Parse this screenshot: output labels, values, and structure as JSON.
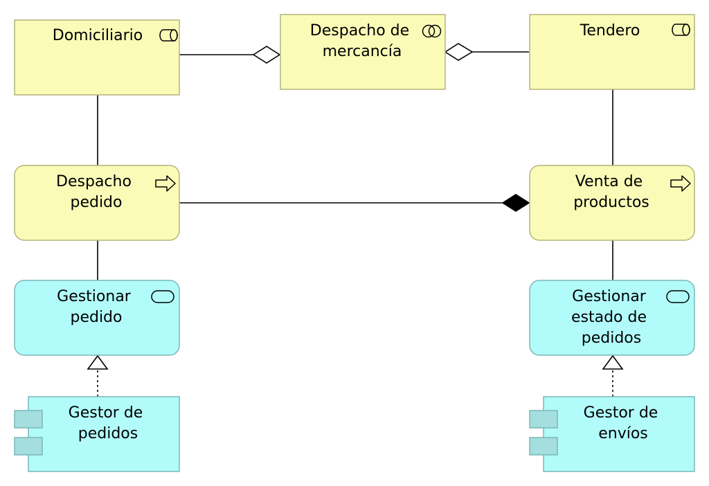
{
  "colors": {
    "business_fill": "#fbfbb8",
    "business_stroke": "#b3b37a",
    "application_fill": "#b2fbfb",
    "application_stroke": "#7ab7b7",
    "component_tab_fill": "#a5dede",
    "line": "#000000"
  },
  "nodes": {
    "domiciliario": {
      "label": [
        "Domiciliario"
      ],
      "element_type": "business-role",
      "icon": "business-role-icon"
    },
    "despacho_mercancia": {
      "label": [
        "Despacho de",
        "mercancía"
      ],
      "element_type": "business-collaboration",
      "icon": "business-collaboration-icon"
    },
    "tendero": {
      "label": [
        "Tendero"
      ],
      "element_type": "business-role",
      "icon": "business-role-icon"
    },
    "despacho_pedido": {
      "label": [
        "Despacho",
        "pedido"
      ],
      "element_type": "business-process",
      "icon": "business-process-icon"
    },
    "venta_productos": {
      "label": [
        "Venta de",
        "productos"
      ],
      "element_type": "business-process",
      "icon": "business-process-icon"
    },
    "gestionar_pedido": {
      "label": [
        "Gestionar",
        "pedido"
      ],
      "element_type": "application-service",
      "icon": "application-service-icon"
    },
    "gestionar_estado": {
      "label": [
        "Gestionar",
        "estado de",
        "pedidos"
      ],
      "element_type": "application-service",
      "icon": "application-service-icon"
    },
    "gestor_pedidos": {
      "label": [
        "Gestor de",
        "pedidos"
      ],
      "element_type": "application-component",
      "icon": "application-component-icon"
    },
    "gestor_envios": {
      "label": [
        "Gestor de",
        "envíos"
      ],
      "element_type": "application-component",
      "icon": "application-component-icon"
    }
  },
  "relations": [
    {
      "from": "domiciliario",
      "to": "despacho_mercancia",
      "type": "aggregation"
    },
    {
      "from": "tendero",
      "to": "despacho_mercancia",
      "type": "aggregation"
    },
    {
      "from": "domiciliario",
      "to": "despacho_pedido",
      "type": "assignment"
    },
    {
      "from": "tendero",
      "to": "venta_productos",
      "type": "assignment"
    },
    {
      "from": "despacho_pedido",
      "to": "venta_productos",
      "type": "composition"
    },
    {
      "from": "despacho_pedido",
      "to": "gestionar_pedido",
      "type": "serving"
    },
    {
      "from": "venta_productos",
      "to": "gestionar_estado",
      "type": "serving"
    },
    {
      "from": "gestor_pedidos",
      "to": "gestionar_pedido",
      "type": "realization"
    },
    {
      "from": "gestor_envios",
      "to": "gestionar_estado",
      "type": "realization"
    }
  ]
}
